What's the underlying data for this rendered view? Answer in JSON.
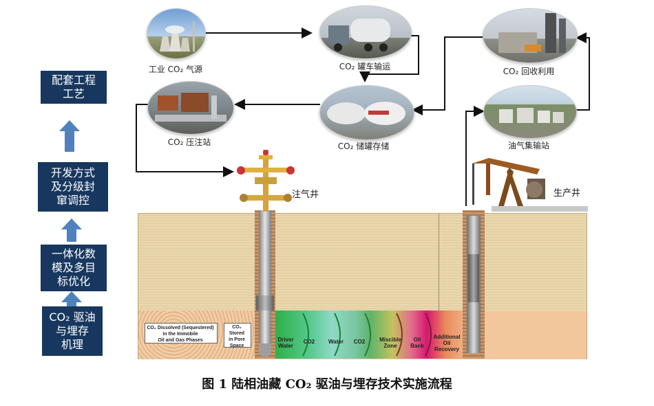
{
  "left_boxes": [
    {
      "id": "process",
      "text": "配套工程\n工艺"
    },
    {
      "id": "development",
      "text": "开发方式\n及分级封\n窜调控"
    },
    {
      "id": "modeling",
      "text": "一体化数\n模及多目\n标优化"
    },
    {
      "id": "mechanism",
      "text": "CO₂ 驱油\n与埋存\n机理"
    }
  ],
  "nodes": {
    "gas_source": "工业 CO₂ 气源",
    "tanker": "CO₂ 罐车输运",
    "recovery": "CO₂ 回收利用",
    "compression": "CO₂ 压注站",
    "storage_tank": "CO₂ 储罐存储",
    "gathering": "油气集输站"
  },
  "wells": {
    "injection": "注气井",
    "production": "生产井"
  },
  "reservoir_zones": [
    {
      "id": "dissolved",
      "text": "CO₂ Dissolved (Sequestered)\nin the Immobile\nOil and Gas Phases"
    },
    {
      "id": "stored",
      "text": "CO₂\nStored\nin Pore\nSpace"
    },
    {
      "id": "driver_water",
      "text": "Driver\nWater"
    },
    {
      "id": "co2_a",
      "text": "CO2"
    },
    {
      "id": "water",
      "text": "Water"
    },
    {
      "id": "co2_b",
      "text": "CO2"
    },
    {
      "id": "miscible",
      "text": "Miscible\nZone"
    },
    {
      "id": "oil_bank",
      "text": "Oil\nBank"
    },
    {
      "id": "additional",
      "text": "Additional\nOil\nRecovery"
    }
  ],
  "caption": "图 1 陆相油藏 CO₂ 驱油与埋存技术实施流程",
  "colors": {
    "box": "#17375e",
    "arrow": "#4f81bd",
    "sand": "#e6d2a6",
    "sand_bottom": "#f2c79b"
  }
}
